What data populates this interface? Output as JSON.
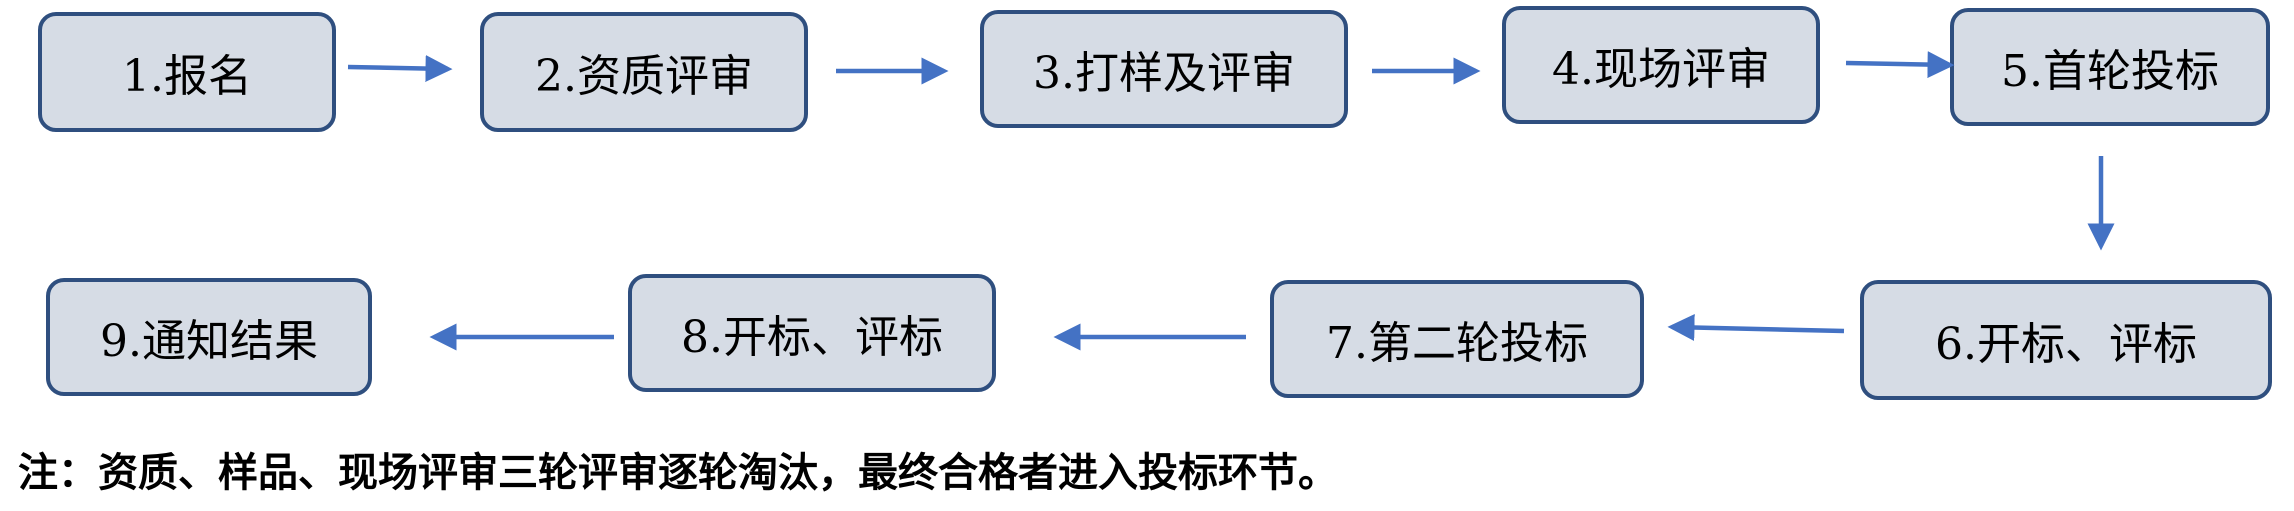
{
  "steps": [
    {
      "id": "1",
      "label": "1.报名"
    },
    {
      "id": "2",
      "label": "2.资质评审"
    },
    {
      "id": "3",
      "label": "3.打样及评审"
    },
    {
      "id": "4",
      "label": "4.现场评审"
    },
    {
      "id": "5",
      "label": "5.首轮投标"
    },
    {
      "id": "6",
      "label": "6.开标、评标"
    },
    {
      "id": "7",
      "label": "7.第二轮投标"
    },
    {
      "id": "8",
      "label": "8.开标、评标"
    },
    {
      "id": "9",
      "label": "9.通知结果"
    }
  ],
  "edges": [
    {
      "from": "1",
      "to": "2"
    },
    {
      "from": "2",
      "to": "3"
    },
    {
      "from": "3",
      "to": "4"
    },
    {
      "from": "4",
      "to": "5"
    },
    {
      "from": "5",
      "to": "6"
    },
    {
      "from": "6",
      "to": "7"
    },
    {
      "from": "7",
      "to": "8"
    },
    {
      "from": "8",
      "to": "9"
    }
  ],
  "note": "注：资质、样品、现场评审三轮评审逐轮淘汰，最终合格者进入投标环节。",
  "colors": {
    "node_fill": "#d6dce5",
    "node_border": "#2f4f7f",
    "arrow": "#4472c4",
    "text": "#000000"
  }
}
